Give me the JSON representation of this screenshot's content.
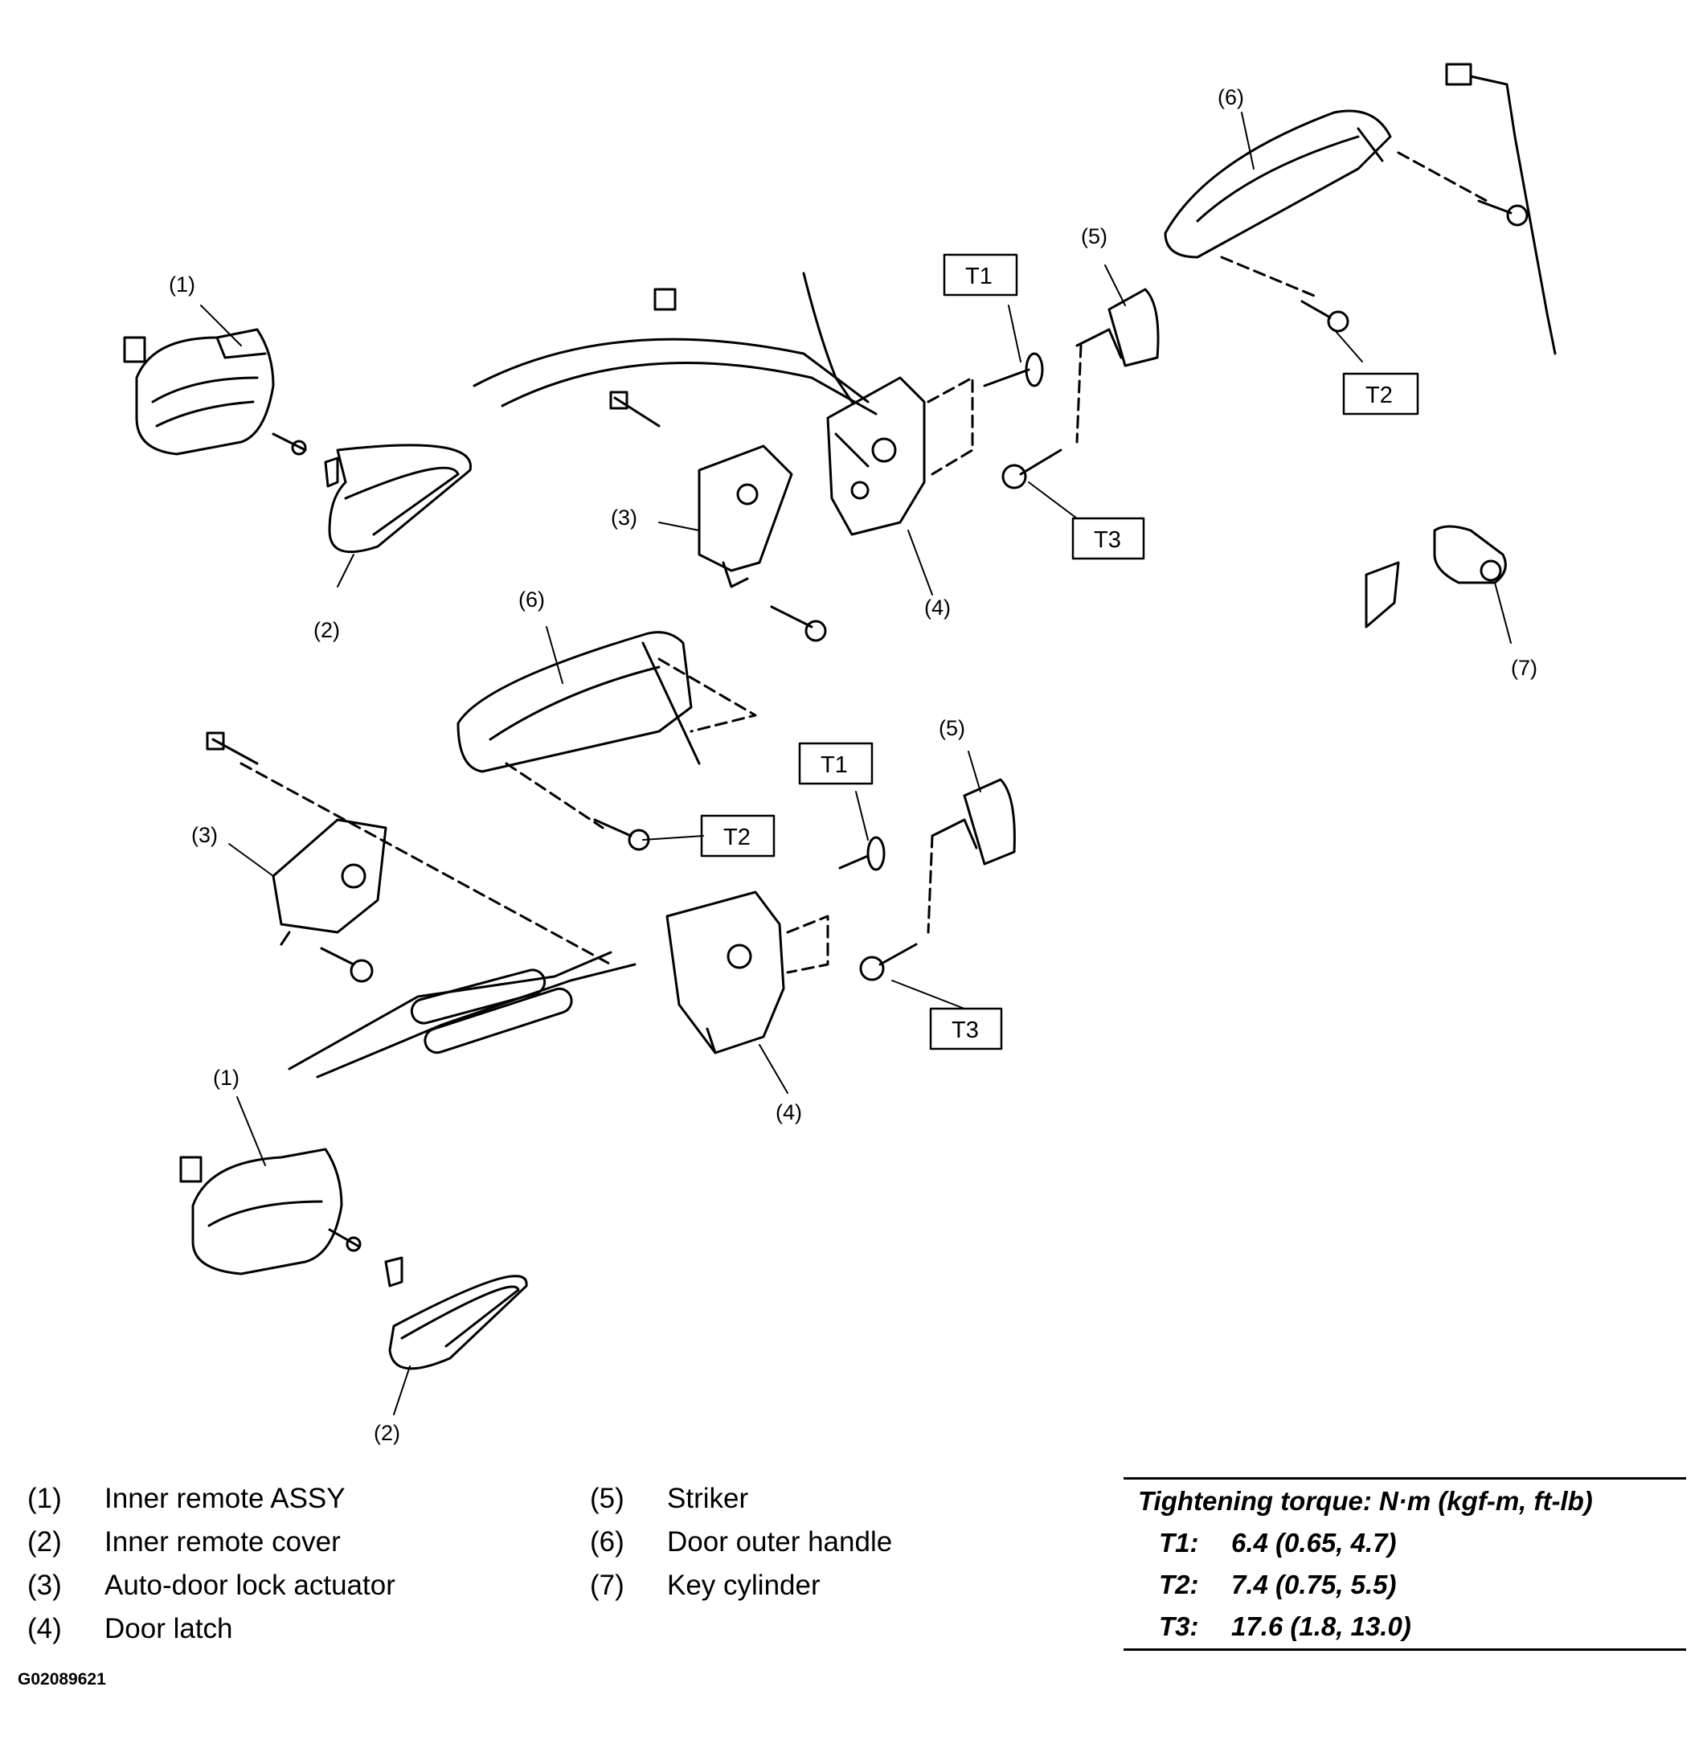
{
  "callouts": {
    "c1": "(1)",
    "c2": "(2)",
    "c3": "(3)",
    "c4": "(4)",
    "c5": "(5)",
    "c6": "(6)",
    "c7": "(7)"
  },
  "torque_tags": {
    "t1": "T1",
    "t2": "T2",
    "t3": "T3"
  },
  "legend": [
    {
      "num": "(1)",
      "text": "Inner remote ASSY"
    },
    {
      "num": "(2)",
      "text": "Inner remote cover"
    },
    {
      "num": "(3)",
      "text": "Auto-door lock actuator"
    },
    {
      "num": "(4)",
      "text": "Door latch"
    },
    {
      "num": "(5)",
      "text": "Striker"
    },
    {
      "num": "(6)",
      "text": "Door outer handle"
    },
    {
      "num": "(7)",
      "text": "Key cylinder"
    }
  ],
  "torque": {
    "header": "Tightening torque: N·m (kgf-m, ft-lb)",
    "rows": [
      {
        "key": "T1:",
        "value": "6.4 (0.65, 4.7)"
      },
      {
        "key": "T2:",
        "value": "7.4 (0.75, 5.5)"
      },
      {
        "key": "T3:",
        "value": "17.6 (1.8, 13.0)"
      }
    ]
  },
  "figure_ref": "G02089621"
}
